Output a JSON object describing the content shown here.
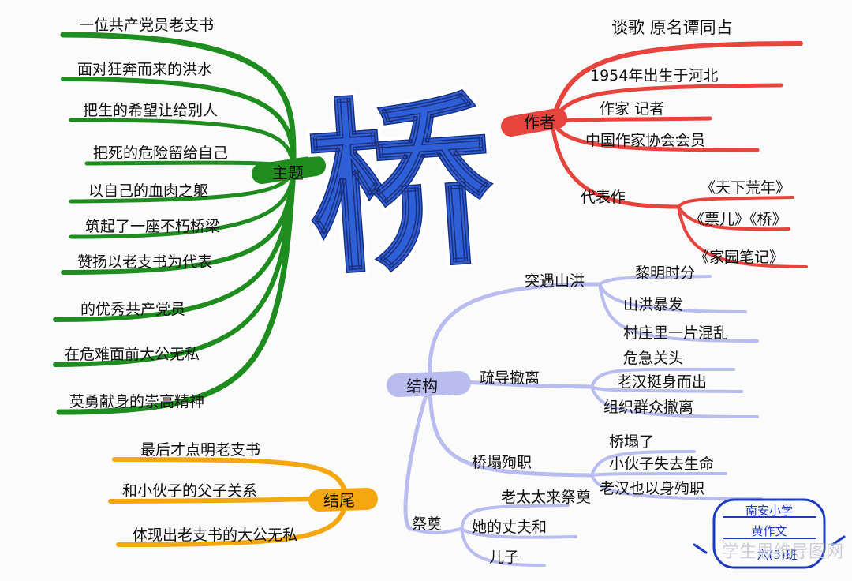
{
  "title": "桥",
  "colors": {
    "green": "#1e8c1e",
    "red": "#e8443e",
    "lavender": "#b9bcef",
    "orange": "#f4a70f",
    "blue": "#2f5fd6",
    "stamp": "#1e3bbf"
  },
  "branches": {
    "theme": {
      "hub": "主题",
      "items": [
        "一位共产党员老支书",
        "面对狂奔而来的洪水",
        "把生的希望让给别人",
        "把死的危险留给自己",
        "以自己的血肉之躯",
        "筑起了一座不朽桥梁",
        "赞扬以老支书为代表",
        "的优秀共产党员",
        "在危难面前大公无私",
        "英勇献身的崇高精神"
      ]
    },
    "author": {
      "hub": "作者",
      "items": [
        "谈歌 原名谭同占",
        "1954年出生于河北",
        "作家 记者",
        "中国作家协会会员"
      ],
      "works_label": "代表作",
      "works": [
        "《天下荒年》",
        "《票儿》《桥》",
        "《家园笔记》"
      ]
    },
    "structure": {
      "hub": "结构",
      "groups": [
        {
          "label": "突遇山洪",
          "items": [
            "黎明时分",
            "山洪暴发",
            "村庄里一片混乱"
          ]
        },
        {
          "label": "疏导撤离",
          "items": [
            "危急关头",
            "老汉挺身而出",
            "组织群众撤离"
          ]
        },
        {
          "label": "桥塌殉职",
          "items": [
            "桥塌了",
            "小伙子失去生命",
            "老汉也以身殉职"
          ]
        },
        {
          "label": "祭奠",
          "items": [
            "老太太来祭奠",
            "她的丈夫和",
            "儿子"
          ]
        }
      ]
    },
    "ending": {
      "hub": "结尾",
      "items": [
        "最后才点明老支书",
        "和小伙子的父子关系",
        "体现出老支书的大公无私"
      ]
    }
  },
  "stamp": {
    "line1": "南安小学",
    "line2": "黄作文",
    "line3": "六(5)班"
  },
  "watermark": "学生思维导图网"
}
